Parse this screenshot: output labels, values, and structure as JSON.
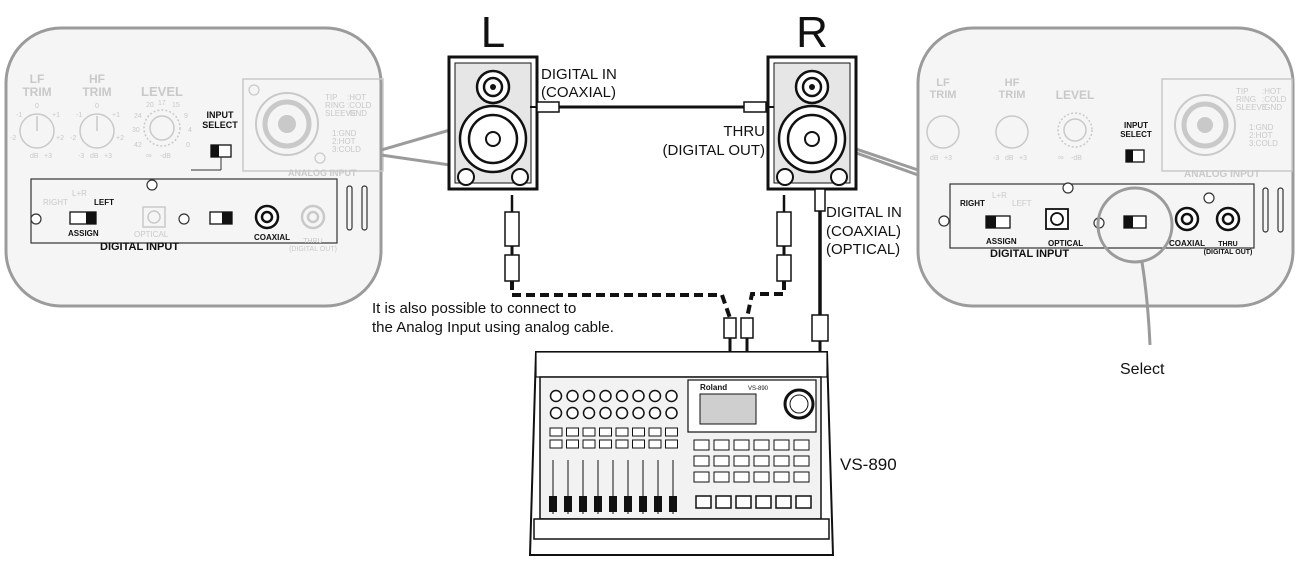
{
  "speakers": {
    "left_label": "L",
    "right_label": "R"
  },
  "connections": {
    "digital_in_coaxial": [
      "DIGITAL IN",
      "(COAXIAL)"
    ],
    "thru_digital_out": [
      "THRU",
      "(DIGITAL OUT)"
    ],
    "digital_in_coaxial_optical": [
      "DIGITAL IN",
      "(COAXIAL)",
      "(OPTICAL)"
    ],
    "analog_note": [
      "It is also possible to connect to",
      "the Analog Input using analog cable."
    ]
  },
  "device_label": "VS-890",
  "select_label": "Select",
  "panel": {
    "lf_trim": [
      "LF",
      "TRIM"
    ],
    "hf_trim": [
      "HF",
      "TRIM"
    ],
    "level": "LEVEL",
    "input_select": [
      "INPUT",
      "SELECT"
    ],
    "analog_input": "ANALOG INPUT",
    "digital_input": "DIGITAL INPUT",
    "right": "RIGHT",
    "left": "LEFT",
    "lr": "L+R",
    "assign": "ASSIGN",
    "optical": "OPTICAL",
    "coaxial": "COAXIAL",
    "thru": [
      "THRU",
      "(DIGITAL OUT)"
    ],
    "tip_ring_sleeve": [
      "TIP",
      "RING",
      "SLEEVE"
    ],
    "hot_cold_gnd": [
      ":HOT",
      ":COLD",
      ":GND"
    ],
    "pins": [
      "1:GND",
      "2:HOT",
      "3:COLD"
    ],
    "trim_scale": [
      "0",
      "-1",
      "+1",
      "-2",
      "+2",
      "dB",
      "-3",
      "+3"
    ],
    "level_scale": [
      "20",
      "17",
      "15",
      "24",
      "9",
      "30",
      "4",
      "42",
      "0",
      "∞",
      "-dB"
    ]
  },
  "brand": "Roland",
  "model_small": "VS-890"
}
